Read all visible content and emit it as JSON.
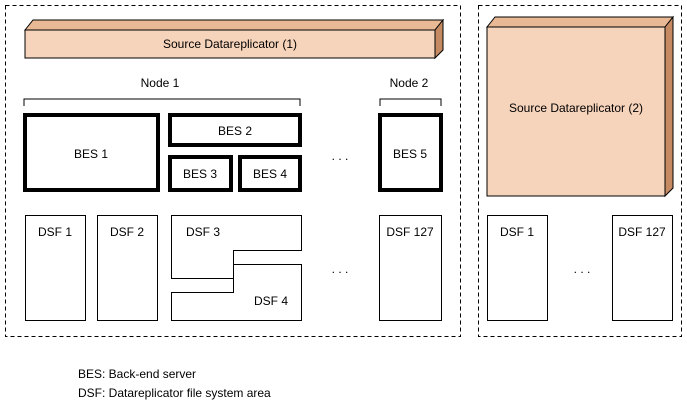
{
  "colors": {
    "datareplicator_face": "#f6d3bb",
    "datareplicator_side": "#c58a62",
    "datareplicator_top": "#e9b894",
    "line": "#000000"
  },
  "left_group": {
    "source_datareplicator": "Source Datareplicator (1)",
    "node1_label": "Node 1",
    "node2_label": "Node 2",
    "bes": [
      "BES 1",
      "BES 2",
      "BES 3",
      "BES 4",
      "BES 5"
    ],
    "bes_ellipsis": ". . .",
    "dsf": [
      "DSF 1",
      "DSF 2",
      "DSF 3",
      "DSF 4",
      "DSF 127"
    ],
    "dsf_ellipsis": ". . ."
  },
  "right_group": {
    "source_datareplicator": "Source Datareplicator (2)",
    "dsf": [
      "DSF 1",
      "DSF 127"
    ],
    "dsf_ellipsis": ". . ."
  },
  "legend": {
    "bes": "BES: Back-end server",
    "dsf": "DSF: Datareplicator file system area"
  }
}
